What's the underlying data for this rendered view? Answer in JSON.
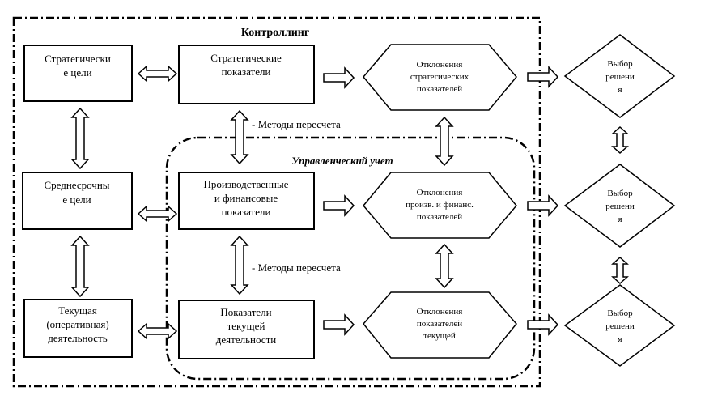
{
  "frames": {
    "controlling": {
      "title": "Контроллинг"
    },
    "management_accounting": {
      "title": "Управленческий учет"
    }
  },
  "goals": {
    "strategic": [
      "Стратегически",
      "е цели"
    ],
    "midterm": [
      "Среднесрочны",
      "е цели"
    ],
    "current": [
      "Текущая",
      "(оперативная)",
      "деятельность"
    ]
  },
  "indicators": {
    "strategic": [
      "Стратегические",
      "показатели"
    ],
    "production": [
      "Производственные",
      "и финансовые",
      "показатели"
    ],
    "current": [
      "Показатели",
      "текущей",
      "деятельности"
    ]
  },
  "deviations": {
    "strategic": [
      "Отклонения",
      "стратегических",
      "показателей"
    ],
    "production": [
      "Отклонения",
      "произв. и финанс.",
      "показателей"
    ],
    "current": [
      "Отклонения",
      "показателей",
      "текущей"
    ]
  },
  "decisions": {
    "top": [
      "Выбор",
      "решени",
      "я"
    ],
    "middle": [
      "Выбор",
      "решени",
      "я"
    ],
    "bottom": [
      "Выбор",
      "решени",
      "я"
    ]
  },
  "notes": {
    "recalc_top": "- Методы пересчета",
    "recalc_bottom": "- Методы пересчета"
  }
}
